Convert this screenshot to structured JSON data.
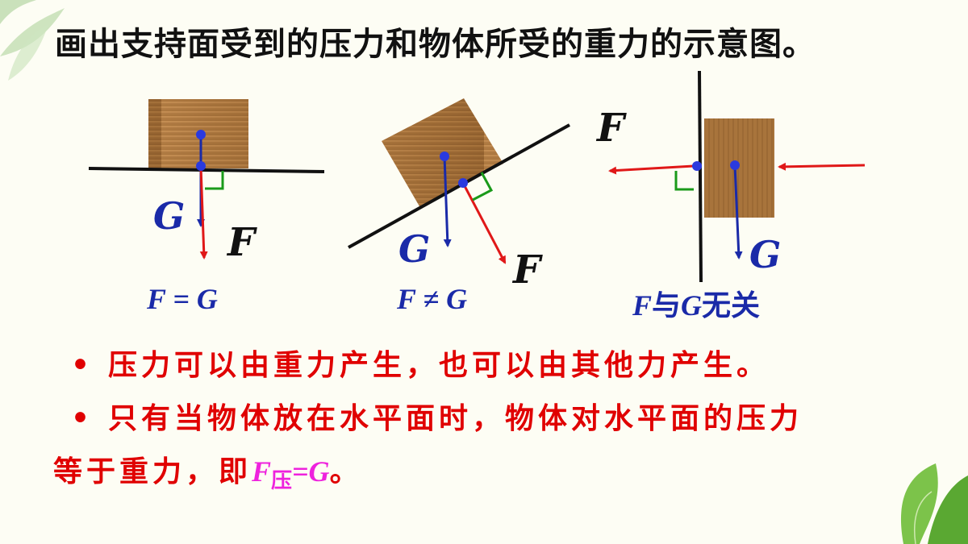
{
  "title": "画出支持面受到的压力和物体所受的重力的示意图。",
  "labels": {
    "G": "G",
    "F": "F"
  },
  "equations": {
    "eq1": "F = G",
    "eq2": "F ≠ G",
    "eq3_f": "F",
    "eq3_mid": "与",
    "eq3_g": "G",
    "eq3_end": "无关"
  },
  "bullets": {
    "b1": "压力可以由重力产生，也可以由其他力产生。",
    "b2_line1": "只有当物体放在水平面时，物体对水平面的压力",
    "b2_line2_prefix": "等于重力，即",
    "b2_formula_f": "F",
    "b2_formula_sub": "压",
    "b2_formula_rest": "=G",
    "b2_end": "。"
  },
  "bullet_symbol": "•",
  "colors": {
    "pressure_arrow": "#e01818",
    "gravity_arrow": "#1a2aa8",
    "right_angle": "#1a9a1a",
    "point": "#2a3adf",
    "bullet_text": "#e00000",
    "formula": "#ee22dd",
    "wood": "#a8743c"
  }
}
